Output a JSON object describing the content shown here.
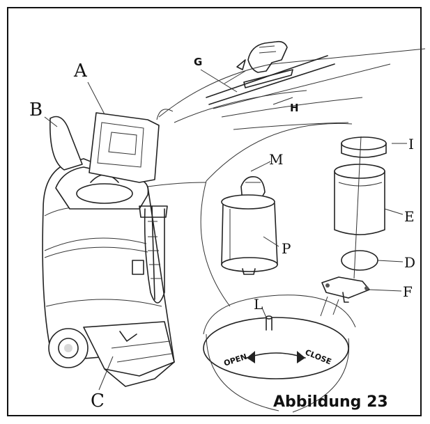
{
  "labels": {
    "A": "A",
    "B": "B",
    "C": "C",
    "D": "D",
    "E": "E",
    "F": "F",
    "G": "G",
    "H": "H",
    "I": "I",
    "L": "L",
    "M": "M",
    "P": "P"
  },
  "dial": {
    "open": "OPEN",
    "close": "CLOSE"
  },
  "caption": "Abbildung 23"
}
